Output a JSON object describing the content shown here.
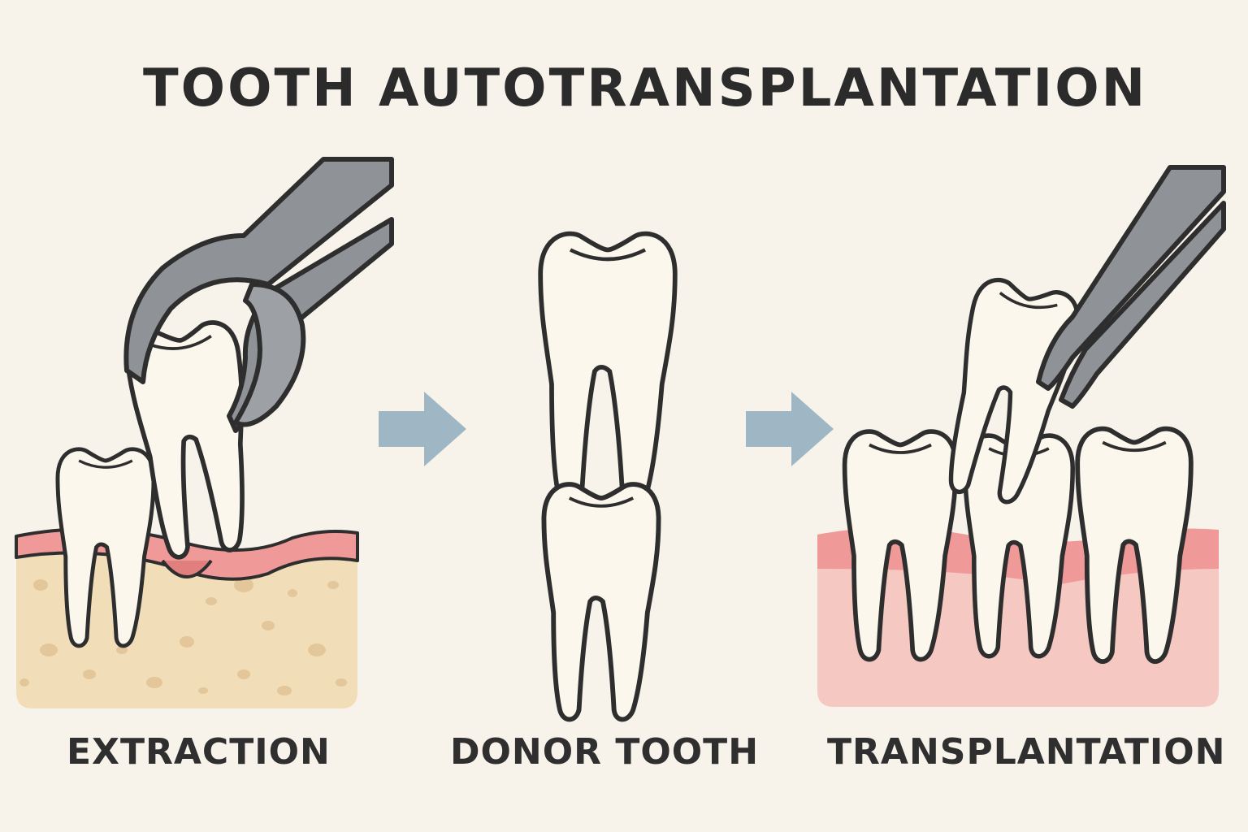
{
  "title": "TOOTH AUTOTRANSPLANTATION",
  "steps": [
    {
      "label": "EXTRACTION",
      "icon": "forceps-extracting-tooth"
    },
    {
      "label": "DONOR TOOTH",
      "icon": "donor-tooth-pair"
    },
    {
      "label": "TRANSPLANTATION",
      "icon": "tweezers-placing-tooth"
    }
  ],
  "colors": {
    "background": "#f8f3ea",
    "outline": "#2e2e2e",
    "tooth": "#fbf7ec",
    "gum": "#ef9a98",
    "bone": "#f1deb9",
    "bone_spots": "#e3c79a",
    "gum_tissue": "#f6c8c2",
    "instrument": "#8f9297",
    "arrow": "#9fb7c4"
  }
}
